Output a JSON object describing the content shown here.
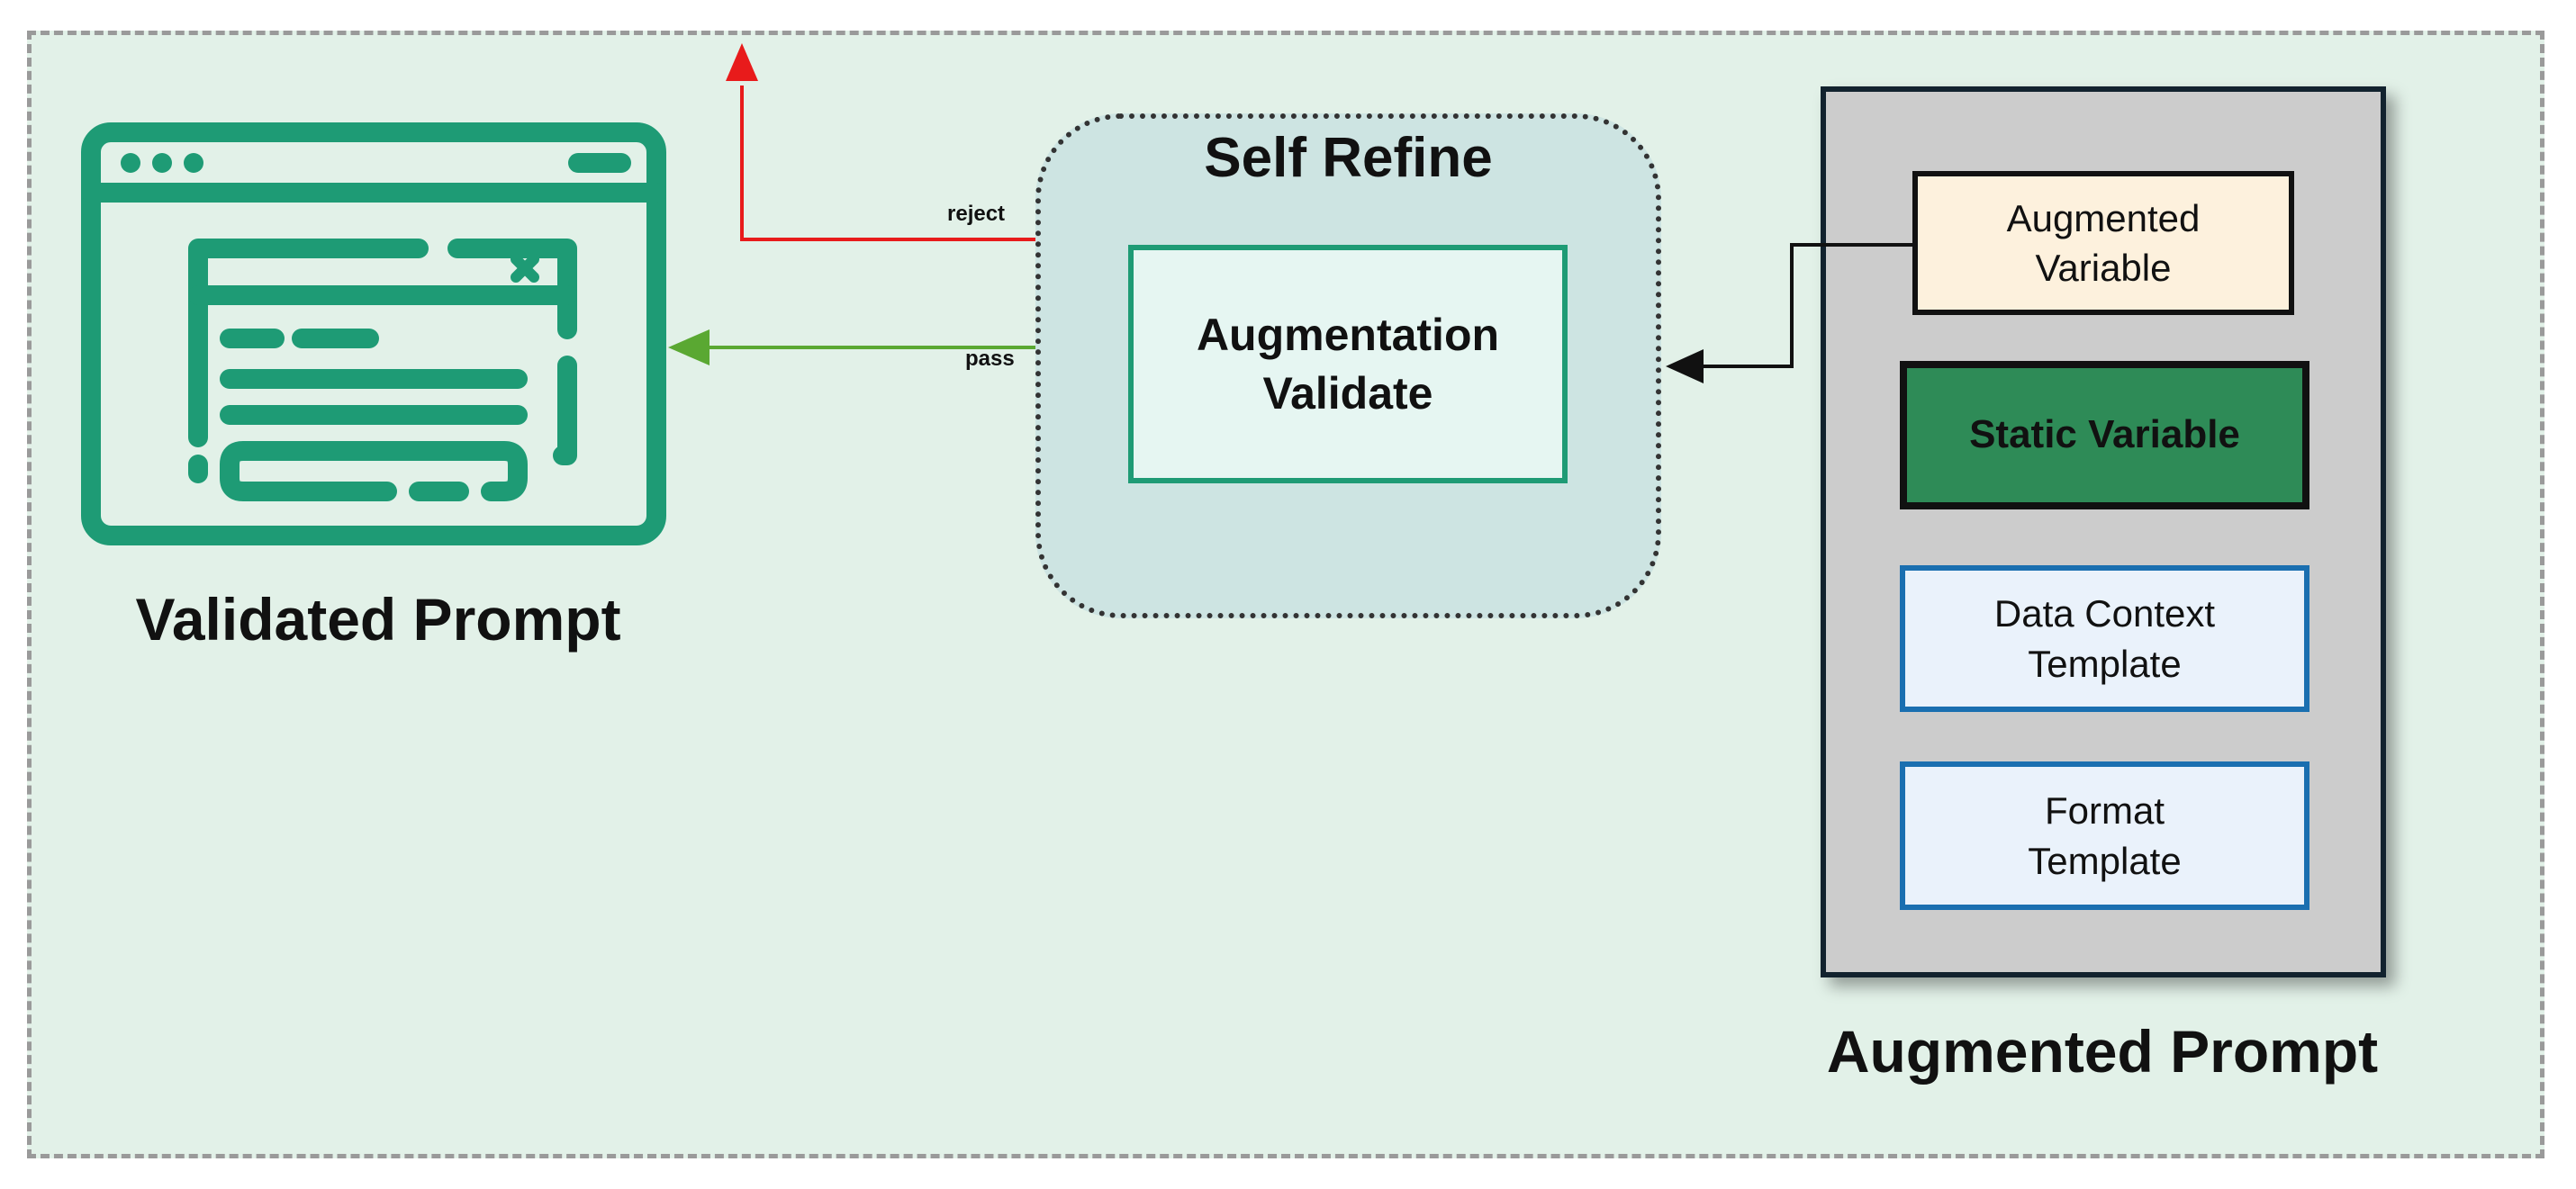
{
  "diagram": {
    "validated_prompt_label": "Validated Prompt",
    "self_refine_title": "Self Refine",
    "augmentation_validate": [
      "Augmentation",
      "Validate"
    ],
    "augmented_prompt_label": "Augmented Prompt",
    "augmented_variable": [
      "Augmented",
      "Variable"
    ],
    "static_variable": "Static Variable",
    "data_context_template": [
      "Data Context",
      "Template"
    ],
    "format_template": [
      "Format",
      "Template"
    ],
    "edge_reject": "reject",
    "edge_pass": "pass"
  },
  "colors": {
    "background": "#e2f1e8",
    "icon_green": "#1e9b75",
    "reject_arrow": "#e81b1b",
    "pass_arrow": "#5aa832",
    "static_fill": "#2e8b57",
    "template_border": "#1a6fb0"
  }
}
